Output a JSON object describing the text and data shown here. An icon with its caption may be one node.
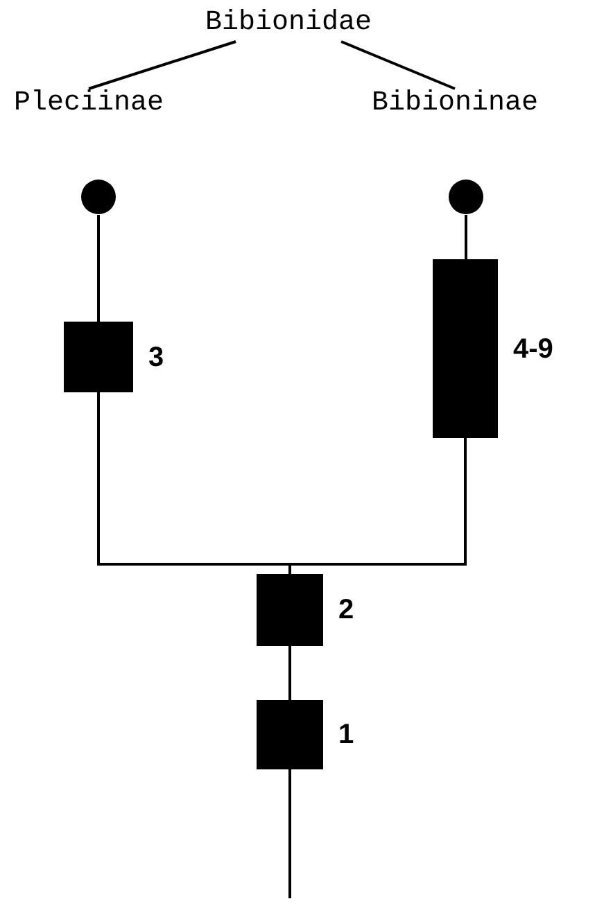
{
  "diagram": {
    "nodes": [
      {
        "text": [
          "Bibionidae"
        ]
      },
      {
        "text": [
          "Pleciinae"
        ]
      },
      {
        "text": [
          "Bibioninae"
        ]
      },
      {
        "text": [],
        "shape": "circle"
      },
      {
        "text": [],
        "shape": "circle"
      },
      {
        "text": [],
        "shape": "box",
        "beside": [
          "3"
        ]
      },
      {
        "text": [],
        "shape": "box",
        "beside": [
          "4-9"
        ]
      },
      {
        "text": [],
        "shape": "box",
        "beside": [
          "2"
        ]
      },
      {
        "text": [],
        "shape": "box",
        "beside": [
          "1"
        ]
      }
    ],
    "edges": [
      {
        "from": 0,
        "to": 1,
        "arrow": "none"
      },
      {
        "from": 0,
        "to": 2,
        "arrow": "none"
      },
      {
        "from": 3,
        "to": 5,
        "arrow": "none"
      },
      {
        "from": 4,
        "to": 6,
        "arrow": "none"
      },
      {
        "from": 5,
        "to": 7,
        "arrow": "none"
      },
      {
        "from": 6,
        "to": 7,
        "arrow": "none"
      },
      {
        "from": 7,
        "to": 8,
        "arrow": "none"
      },
      {
        "from": 8,
        "to": null,
        "arrow": "none"
      }
    ]
  }
}
